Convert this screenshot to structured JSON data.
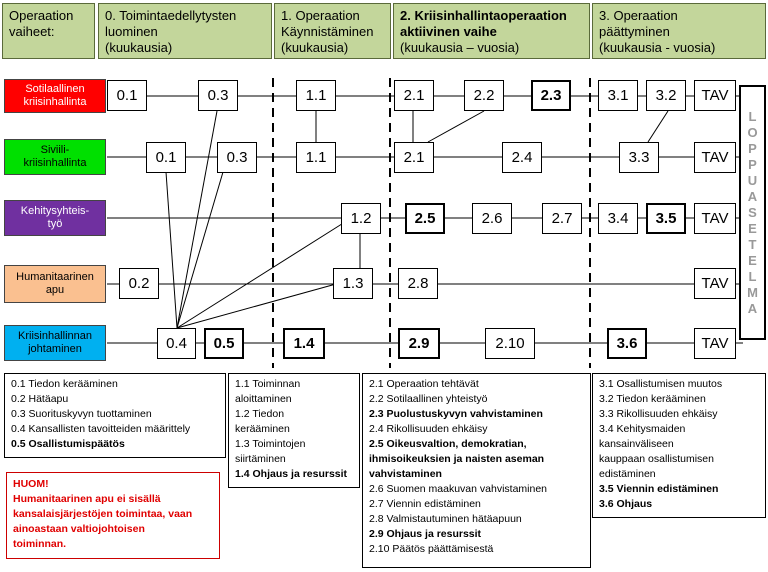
{
  "headers": [
    {
      "line1": "Operaation",
      "line2": "vaiheet:",
      "line3": ""
    },
    {
      "line1": "0. Toimintaedellytysten",
      "line2": "luominen",
      "line3": "(kuukausia)"
    },
    {
      "line1": "1. Operaation",
      "line2": "Käynnistäminen",
      "line3": "(kuukausia)"
    },
    {
      "line1": "2. Kriisinhallintaoperaation",
      "line2": "aktiivinen vaihe",
      "line3": "(kuukausia – vuosia)"
    },
    {
      "line1": "3. Operaation",
      "line2": "päättyminen",
      "line3": "(kuukausia - vuosia)"
    }
  ],
  "rows": [
    {
      "line1": "Sotilaallinen",
      "line2": "kriisinhallinta",
      "color": "#ff0000",
      "text_color": "#ffffff"
    },
    {
      "line1": "Siviili-",
      "line2": "kriisinhallinta",
      "color": "#00e000",
      "text_color": "#000000"
    },
    {
      "line1": "Kehitysyhteis-",
      "line2": "työ",
      "color": "#7030a0",
      "text_color": "#ffffff"
    },
    {
      "line1": "Humanitaarinen",
      "line2": "apu",
      "color": "#fac090",
      "text_color": "#000000"
    },
    {
      "line1": "Kriisinhallinnan",
      "line2": "johtaminen",
      "color": "#00b0f0",
      "text_color": "#000000"
    }
  ],
  "nodes": {
    "r1_01": "0.1",
    "r1_03": "0.3",
    "r1_11": "1.1",
    "r1_21": "2.1",
    "r1_22": "2.2",
    "r1_23": "2.3",
    "r1_31": "3.1",
    "r1_32": "3.2",
    "r1_tav": "TAV",
    "r2_01": "0.1",
    "r2_03": "0.3",
    "r2_11": "1.1",
    "r2_21": "2.1",
    "r2_24": "2.4",
    "r2_33": "3.3",
    "r2_tav": "TAV",
    "r3_12": "1.2",
    "r3_25": "2.5",
    "r3_26": "2.6",
    "r3_27": "2.7",
    "r3_34": "3.4",
    "r3_35": "3.5",
    "r3_tav": "TAV",
    "r4_02": "0.2",
    "r4_13": "1.3",
    "r4_28": "2.8",
    "r4_tav": "TAV",
    "r5_04": "0.4",
    "r5_05": "0.5",
    "r5_14": "1.4",
    "r5_29": "2.9",
    "r5_210": "2.10",
    "r5_36": "3.6",
    "r5_tav": "TAV"
  },
  "loppuasetelma": "LOPPUASETELMA",
  "lists": {
    "phase0": [
      {
        "text": "0.1 Tiedon kerääminen",
        "bold": false
      },
      {
        "text": "0.2 Hätäapu",
        "bold": false
      },
      {
        "text": "0.3 Suorituskyvyn tuottaminen",
        "bold": false
      },
      {
        "text": "0.4 Kansallisten tavoitteiden määrittely",
        "bold": false
      },
      {
        "text": "0.5 Osallistumispäätös",
        "bold": true
      }
    ],
    "phase1": [
      {
        "text": "1.1 Toiminnan",
        "bold": false
      },
      {
        "text": "aloittaminen",
        "bold": false
      },
      {
        "text": "1.2 Tiedon",
        "bold": false
      },
      {
        "text": "kerääminen",
        "bold": false
      },
      {
        "text": "1.3 Toimintojen",
        "bold": false
      },
      {
        "text": "siirtäminen",
        "bold": false
      },
      {
        "text": "1.4 Ohjaus ja resurssit",
        "bold": true
      }
    ],
    "phase2": [
      {
        "text": "2.1 Operaation tehtävät",
        "bold": false
      },
      {
        "text": "2.2 Sotilaallinen yhteistyö",
        "bold": false
      },
      {
        "text": "2.3 Puolustuskyvyn vahvistaminen",
        "bold": true
      },
      {
        "text": "2.4 Rikollisuuden ehkäisy",
        "bold": false
      },
      {
        "text": "2.5 Oikeusvaltion, demokratian,",
        "bold": true
      },
      {
        "text": "ihmisoikeuksien ja naisten aseman",
        "bold": true
      },
      {
        "text": "vahvistaminen",
        "bold": true
      },
      {
        "text": "2.6 Suomen maakuvan vahvistaminen",
        "bold": false
      },
      {
        "text": "2.7 Viennin edistäminen",
        "bold": false
      },
      {
        "text": "2.8 Valmistautuminen hätäapuun",
        "bold": false
      },
      {
        "text": "2.9 Ohjaus ja resurssit",
        "bold": true
      },
      {
        "text": "2.10  Päätös päättämisestä",
        "bold": false
      }
    ],
    "phase3": [
      {
        "text": "3.1 Osallistumisen muutos",
        "bold": false
      },
      {
        "text": "3.2 Tiedon kerääminen",
        "bold": false
      },
      {
        "text": "3.3 Rikollisuuden ehkäisy",
        "bold": false
      },
      {
        "text": "3.4 Kehitysmaiden",
        "bold": false
      },
      {
        "text": "kansainväliseen",
        "bold": false
      },
      {
        "text": "kauppaan osallistumisen",
        "bold": false
      },
      {
        "text": "edistäminen",
        "bold": false
      },
      {
        "text": "3.5 Viennin edistäminen",
        "bold": true
      },
      {
        "text": "3.6 Ohjaus",
        "bold": true
      }
    ]
  },
  "note": {
    "title": "HUOM!",
    "lines": [
      "Humanitaarinen apu ei sisällä",
      "kansalaisjärjestöjen toimintaa, vaan",
      "ainoastaan valtiojohtoisen",
      "toiminnan."
    ]
  }
}
